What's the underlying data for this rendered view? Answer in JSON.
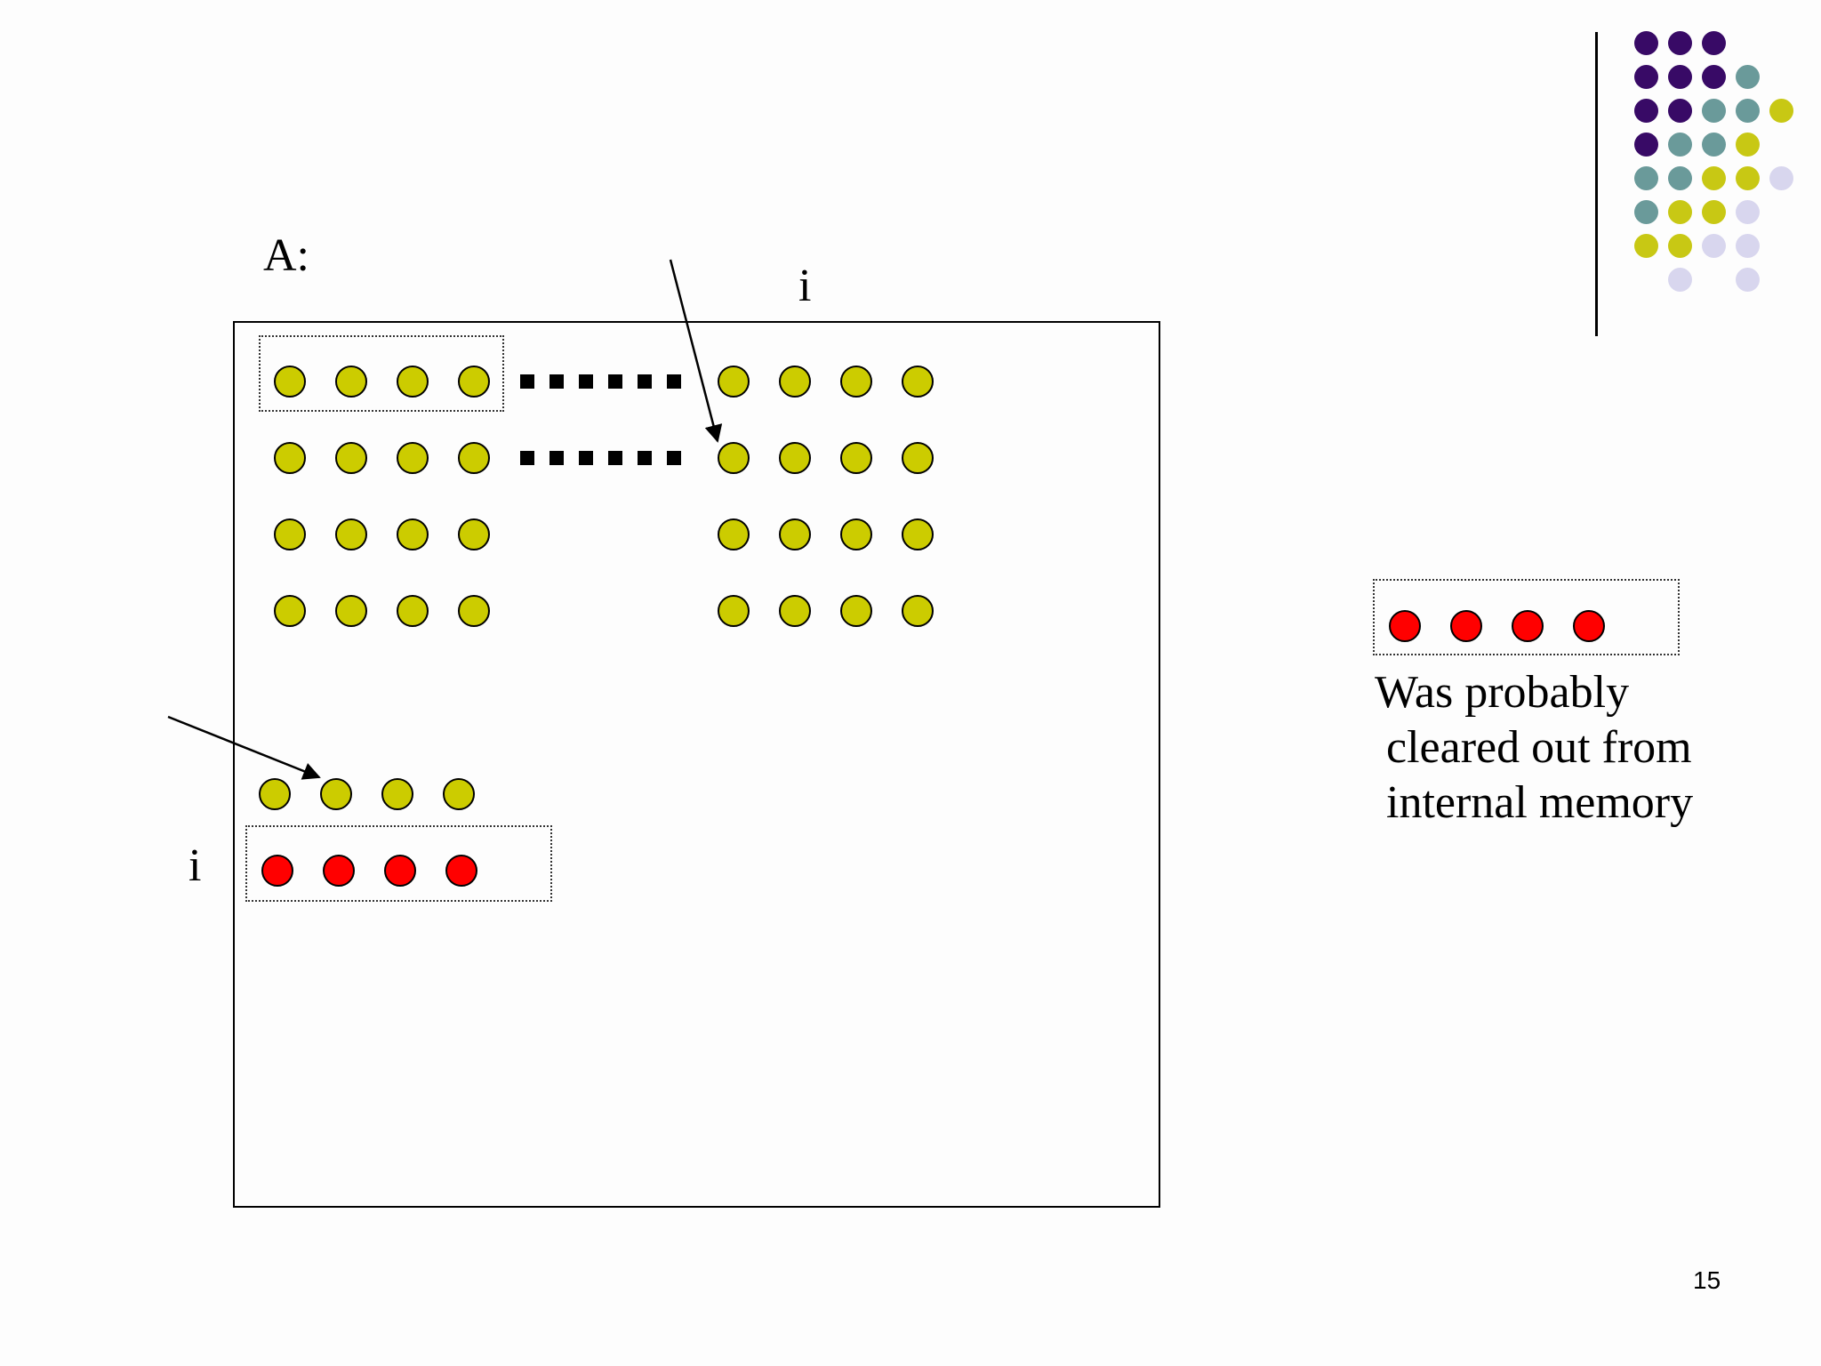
{
  "labels": {
    "matrix_name": "A:",
    "column_index": "i",
    "row_index": "i",
    "page_number": "15"
  },
  "side_note": {
    "lines": [
      "Was probably",
      " cleared out from",
      " internal memory"
    ]
  },
  "colors": {
    "yellow": "#cccc00",
    "red": "#ff0000",
    "purple": "#380a66",
    "teal": "#6a9a9a",
    "lime": "#c8c814",
    "lavender": "#d8d6ee"
  },
  "decor_grid": [
    [
      "purple",
      "purple",
      "purple",
      "",
      "",
      ""
    ],
    [
      "purple",
      "purple",
      "purple",
      "teal",
      "",
      ""
    ],
    [
      "purple",
      "purple",
      "teal",
      "teal",
      "lime",
      ""
    ],
    [
      "purple",
      "teal",
      "teal",
      "lime",
      "",
      ""
    ],
    [
      "teal",
      "teal",
      "lime",
      "lime",
      "lavender",
      ""
    ],
    [
      "teal",
      "lime",
      "lime",
      "lavender",
      "",
      ""
    ],
    [
      "lime",
      "lime",
      "lavender",
      "lavender",
      "",
      ""
    ],
    [
      "",
      "lavender",
      "",
      "lavender",
      "",
      ""
    ]
  ]
}
